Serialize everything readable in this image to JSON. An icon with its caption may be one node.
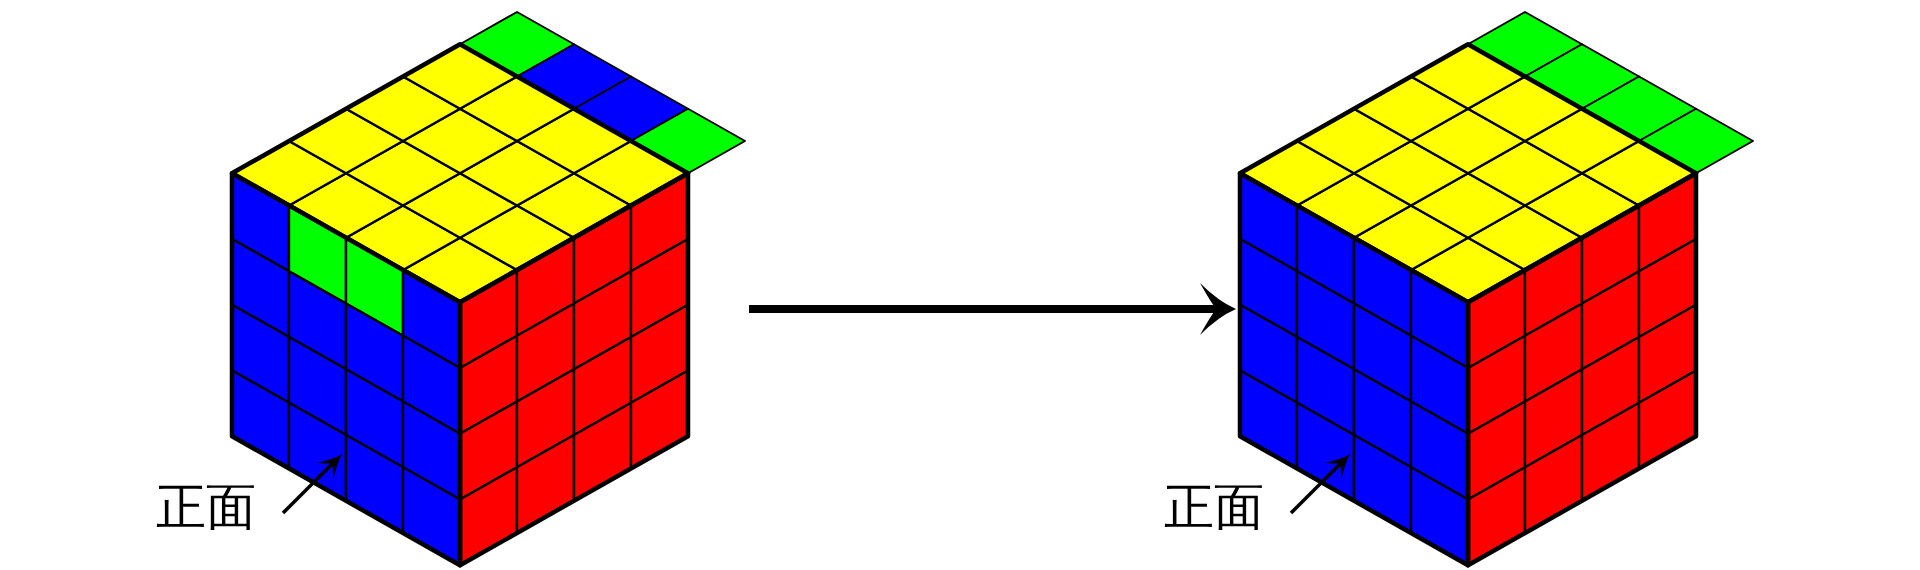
{
  "diagram": {
    "nodes": [
      {
        "text": [],
        "shape": "picture"
      },
      {
        "text": [],
        "shape": "picture",
        "in": 0
      },
      {
        "text": [
          "正面"
        ]
      },
      {
        "text": [],
        "shape": "picture"
      },
      {
        "text": [],
        "shape": "picture",
        "in": 3
      },
      {
        "text": [
          "正面"
        ]
      }
    ],
    "edges": [
      {
        "from": 2,
        "to": 1,
        "arrow": "to"
      },
      {
        "from": 0,
        "to": 3,
        "arrow": "to",
        "style": "thick"
      },
      {
        "from": 5,
        "to": 4,
        "arrow": "to"
      }
    ]
  }
}
